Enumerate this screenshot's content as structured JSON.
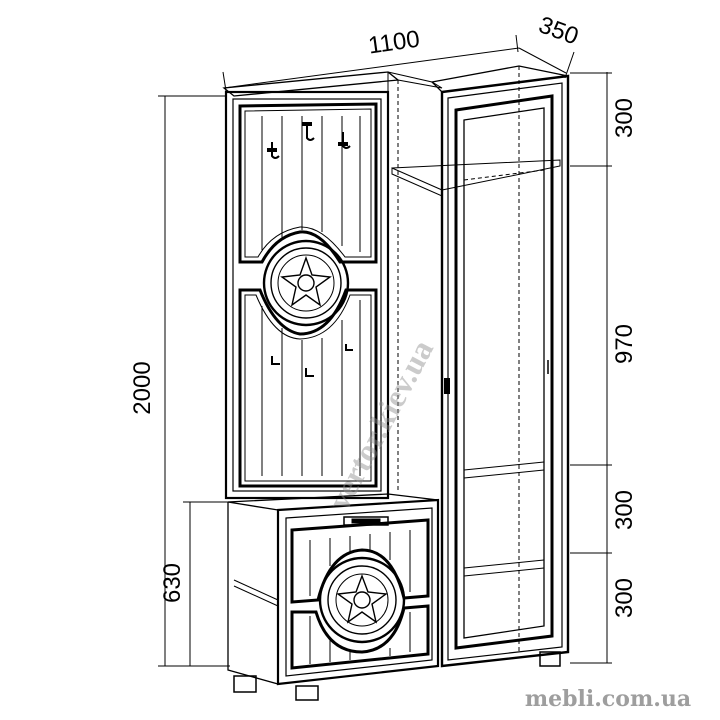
{
  "dimensions": {
    "width": "1100",
    "depth": "350",
    "height": "2000",
    "bench_height": "630",
    "right_sections": [
      "300",
      "970",
      "300",
      "300"
    ]
  },
  "watermark": "vertor.kiev.ua",
  "brand": "mebli.com.ua",
  "colors": {
    "line": "#000000",
    "watermark": "#8e8e8e",
    "brand": "#9e9e9e",
    "background": "#ffffff"
  }
}
